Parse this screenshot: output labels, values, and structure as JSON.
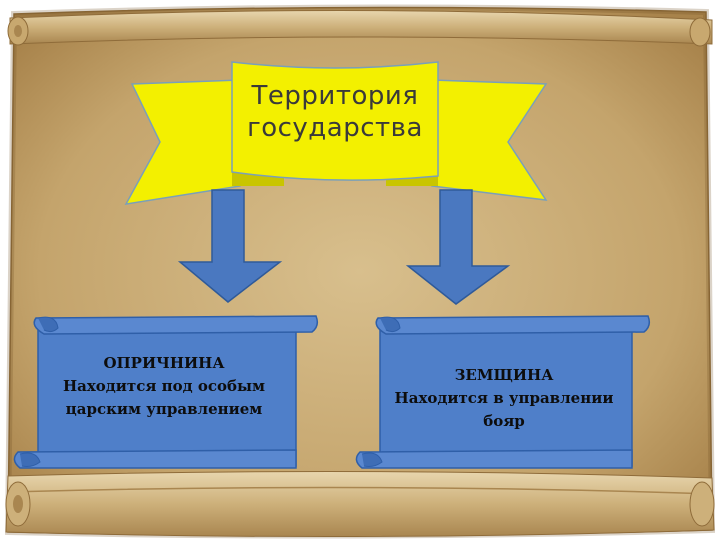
{
  "title": {
    "line1": "Территория",
    "line2": "государства"
  },
  "boxes": [
    {
      "heading": "ОПРИЧНИНА",
      "line1": "Находится под особым",
      "line2": "царским управлением"
    },
    {
      "heading": "ЗЕМЩИНА",
      "line1": "Находится в управлении",
      "line2": "бояр"
    }
  ],
  "colors": {
    "parchment": "#c9aa74",
    "banner": "#f3f000",
    "arrow": "#4a78c0",
    "scroll": "#4f7fc9",
    "scroll_border": "#2f5fa8"
  }
}
